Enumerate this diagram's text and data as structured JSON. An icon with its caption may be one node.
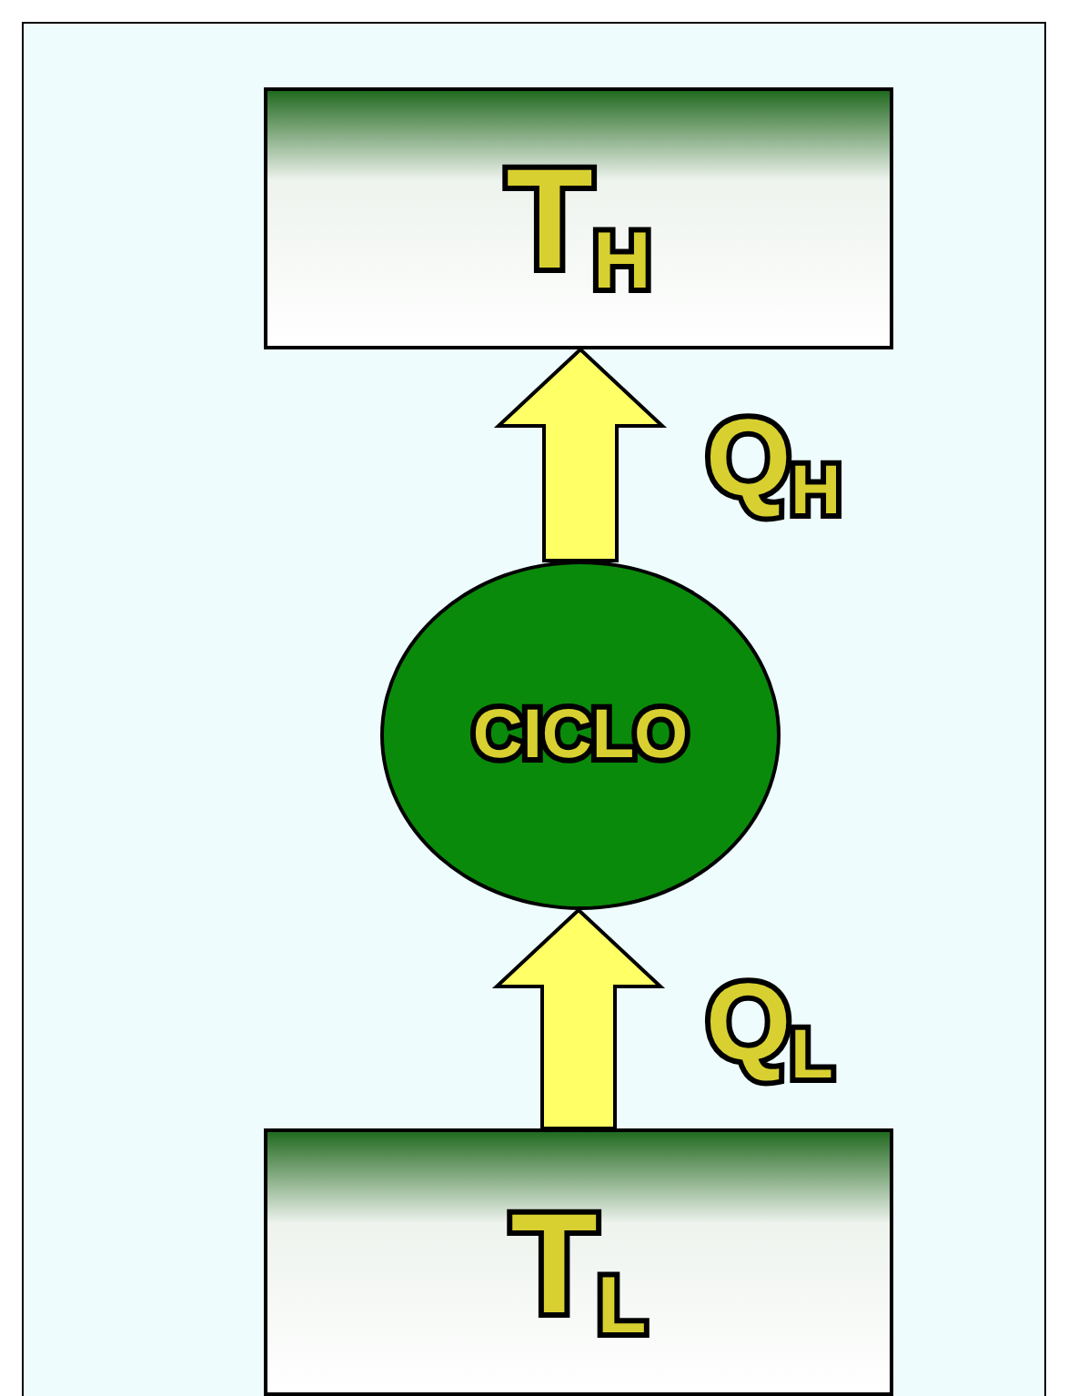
{
  "diagram": {
    "nodes": [
      {
        "text": [
          "T$_{H}$"
        ]
      },
      {
        "text": [
          "CICLO"
        ]
      },
      {
        "text": [
          "T$_{L}$"
        ]
      }
    ],
    "edges": [
      {
        "from": 2,
        "to": 1,
        "arrow": "to",
        "label": "Q$_{L}$"
      },
      {
        "from": 1,
        "to": 0,
        "arrow": "to",
        "label": "Q$_{H}$"
      }
    ]
  }
}
